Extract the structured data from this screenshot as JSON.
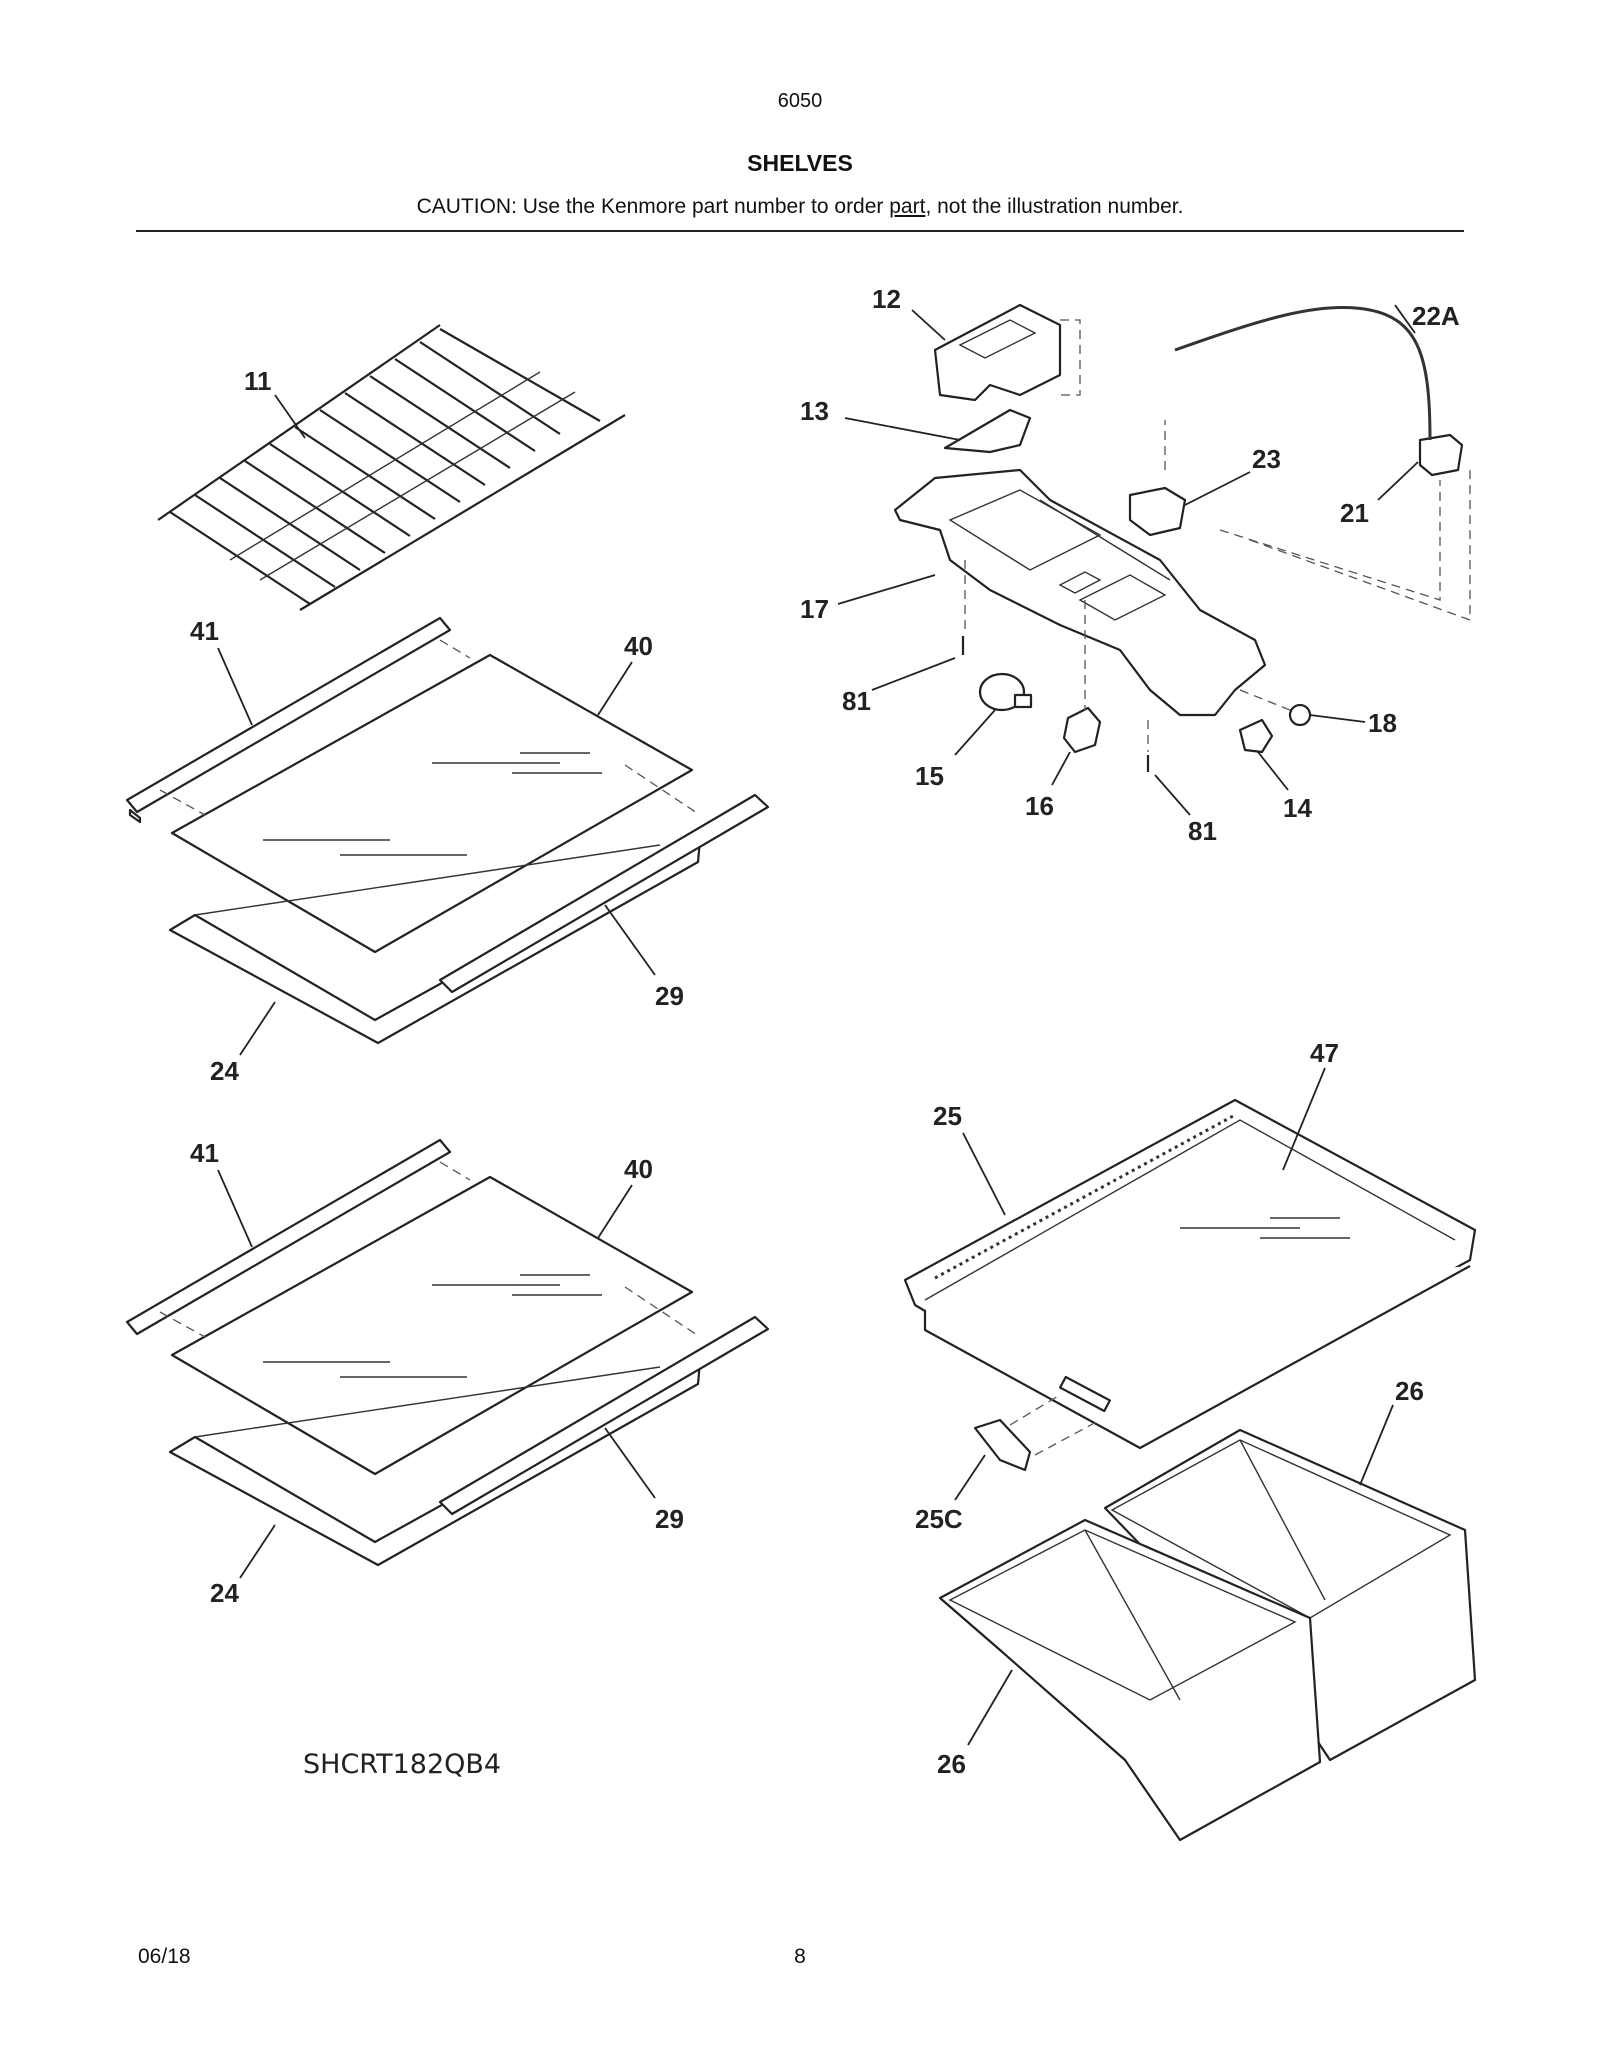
{
  "header": {
    "page_code": "6050",
    "title": "SHELVES",
    "caution_before": "CAUTION: Use the Kenmore part number to order ",
    "caution_underlined": "part",
    "caution_after": ", not the illustration number."
  },
  "callouts": {
    "c11": "11",
    "c41a": "41",
    "c40a": "40",
    "c29a": "29",
    "c24a": "24",
    "c41b": "41",
    "c40b": "40",
    "c29b": "29",
    "c24b": "24",
    "c12": "12",
    "c22A": "22A",
    "c13": "13",
    "c23": "23",
    "c21": "21",
    "c17": "17",
    "c81a": "81",
    "c18": "18",
    "c15": "15",
    "c16": "16",
    "c81b": "81",
    "c14": "14",
    "c47": "47",
    "c25": "25",
    "c26a": "26",
    "c25C": "25C",
    "c26b": "26"
  },
  "model_number": "SHCRT182QB4",
  "footer": {
    "date": "06/18",
    "page_number": "8"
  }
}
